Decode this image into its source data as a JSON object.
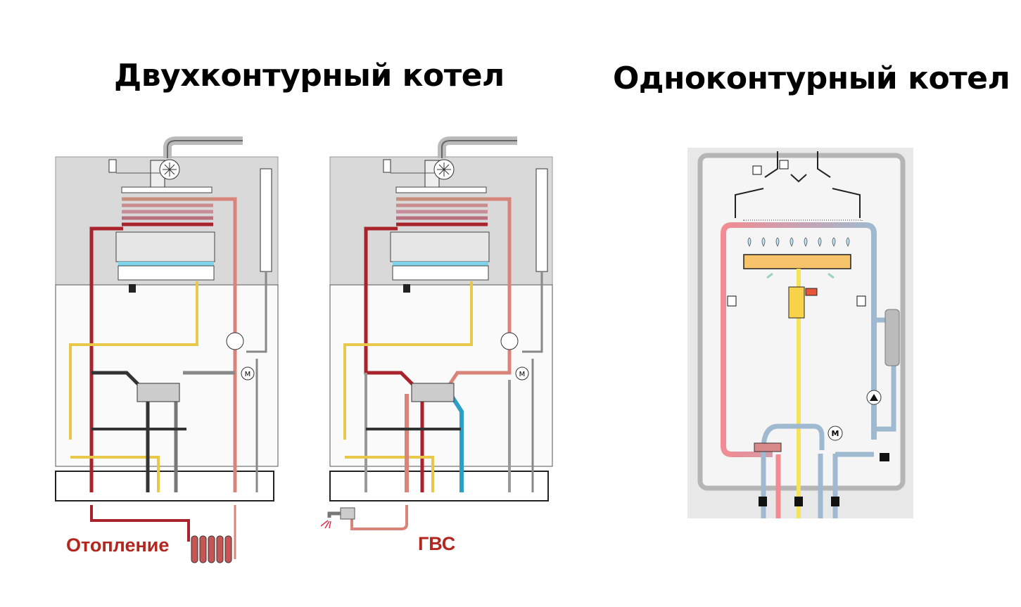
{
  "titles": {
    "double_circuit": "Двухконтурный котел",
    "single_circuit": "Одноконтурный котел"
  },
  "labels": {
    "heating": "Отопление",
    "hot_water": "ГВС"
  },
  "motor_symbol": "M",
  "colors": {
    "hot_pipe": "#a8232b",
    "warm_pipe": "#d98479",
    "gas_pipe": "#e8c84a",
    "cold_pipe": "#2a9fc7",
    "return_pipe_grey": "#7d7d7d",
    "single_hot": "#f28b93",
    "single_cold": "#9fb9d0",
    "single_gas": "#f5e45a",
    "casing_grey": "#d8d8d8"
  },
  "icons": [
    "flue-fan-icon",
    "heat-exchanger-icon",
    "burner-icon",
    "pump-icon",
    "three-way-valve-icon",
    "motor-icon",
    "expansion-tank-icon",
    "radiator-icon",
    "faucet-icon",
    "ball-valve-icon",
    "sensor-icon",
    "gas-valve-icon"
  ]
}
